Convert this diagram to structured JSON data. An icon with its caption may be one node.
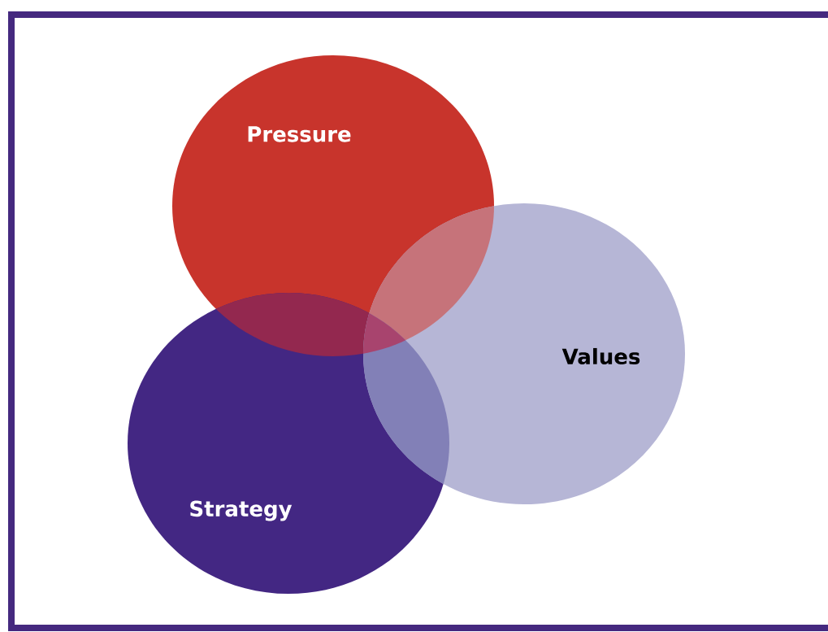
{
  "diagram": {
    "nodes": [
      {
        "text": [
          "Pressure"
        ]
      },
      {
        "text": [
          "Strategy"
        ]
      },
      {
        "text": [
          "Values"
        ]
      }
    ]
  }
}
